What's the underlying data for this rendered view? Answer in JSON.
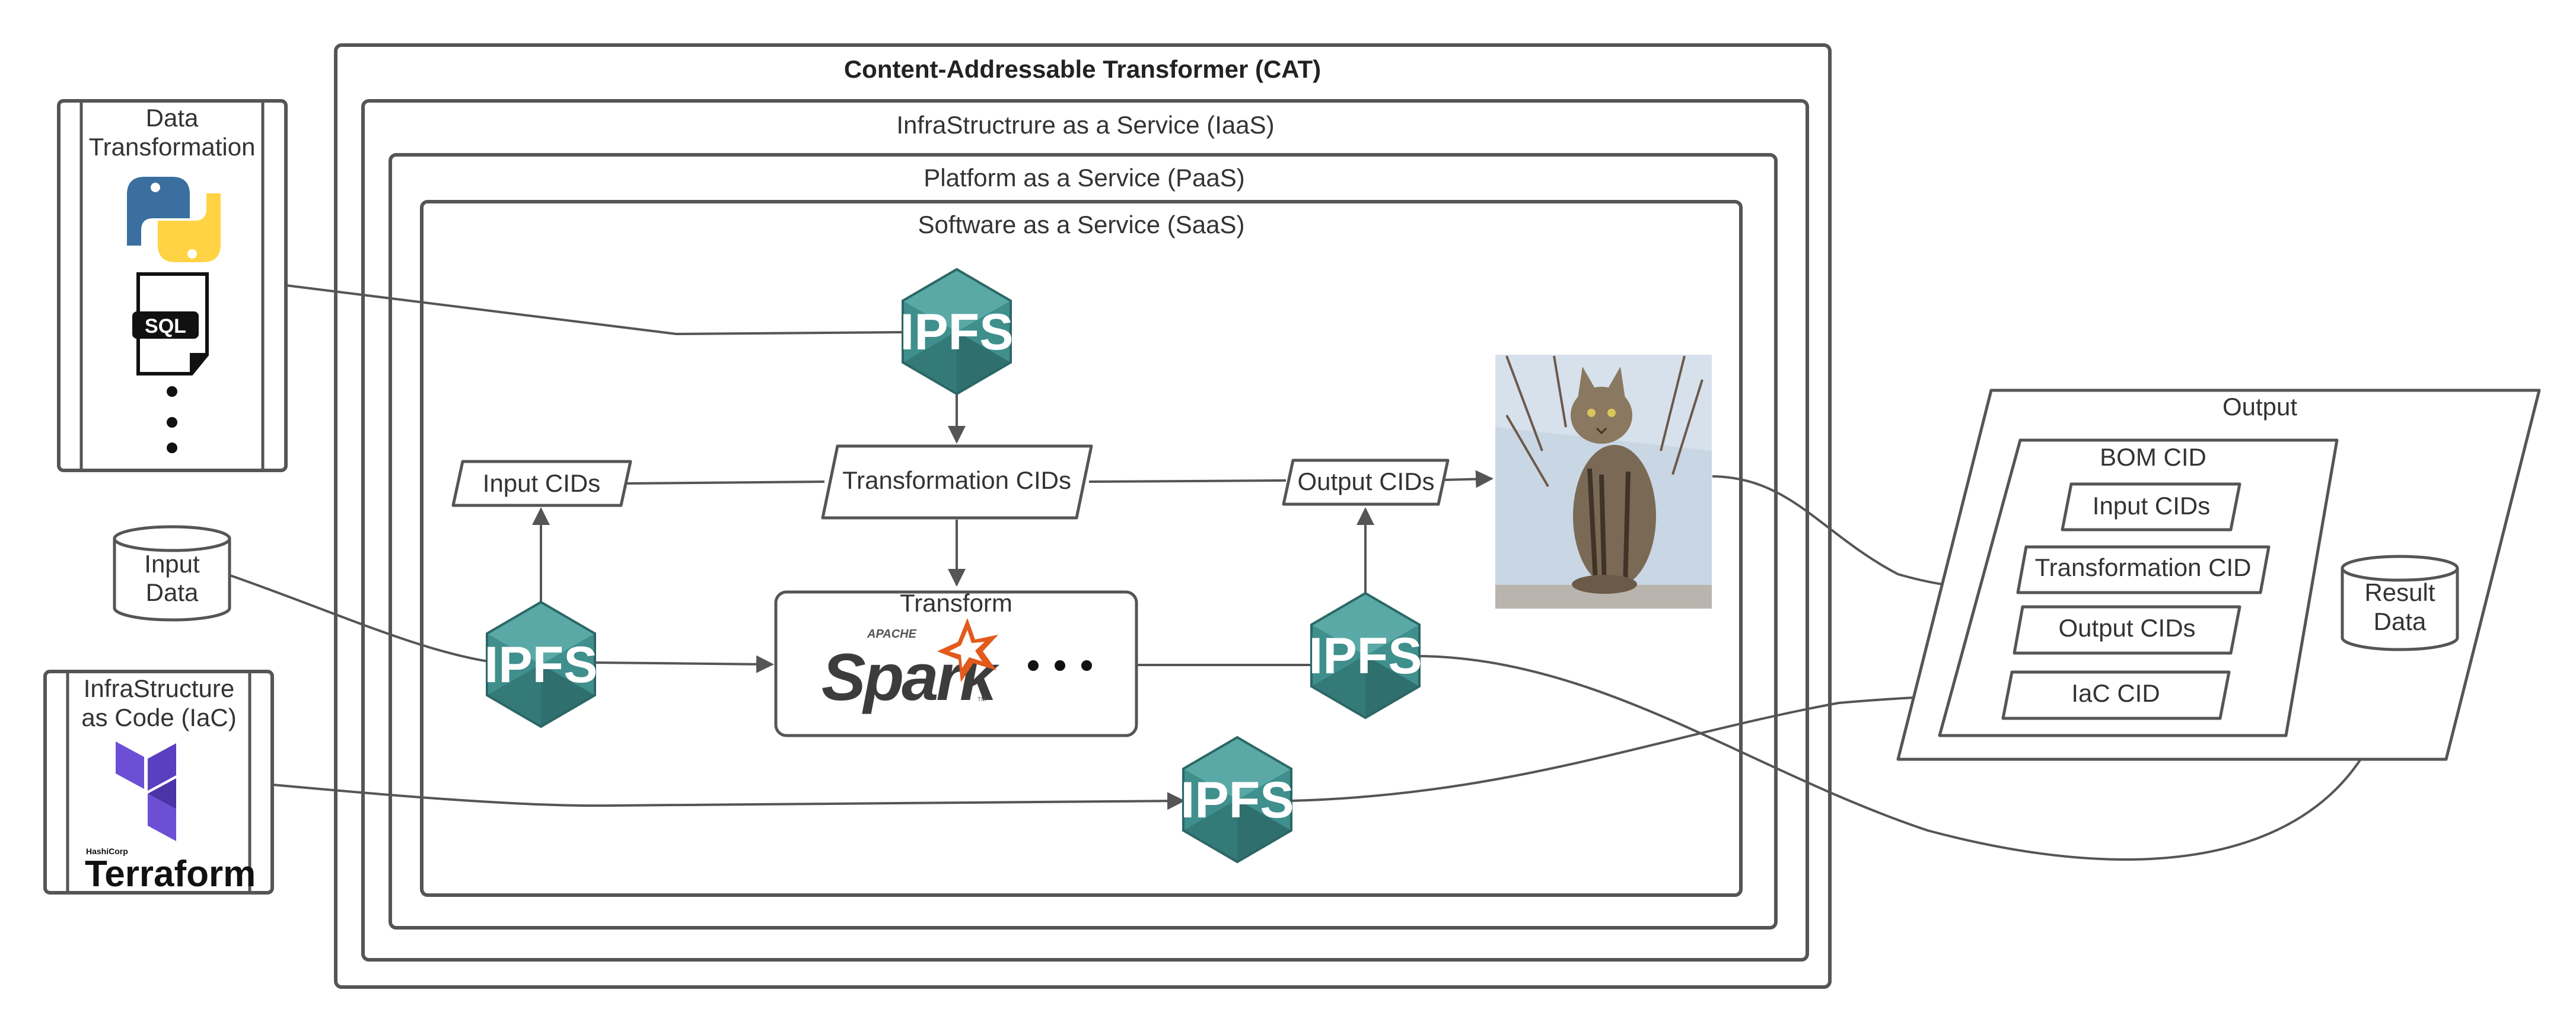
{
  "containers": {
    "cat": "Content-Addressable Transformer (CAT)",
    "iaas": "InfraStructrure as a Service (IaaS)",
    "paas": "Platform as a Service (PaaS)",
    "saas": "Software as a Service (SaaS)"
  },
  "data_transformation": {
    "title_line1": "Data",
    "title_line2": "Transformation",
    "sql_badge": "SQL"
  },
  "input_data": {
    "line1": "Input",
    "line2": "Data"
  },
  "iac": {
    "title_line1": "InfraStructure",
    "title_line2": "as Code (IaC)",
    "hashicorp": "HashiCorp",
    "terraform": "Terraform"
  },
  "ipfs_label": "IPFS",
  "flow": {
    "input_cids": "Input CIDs",
    "transformation_cids": "Transformation CIDs",
    "output_cids": "Output CIDs",
    "transform": "Transform",
    "apache": "APACHE",
    "spark": "Spark",
    "spark_tm": "TM"
  },
  "output": {
    "title": "Output",
    "bom": "BOM CID",
    "input_cids": "Input CIDs",
    "transformation_cid": "Transformation CID",
    "output_cids": "Output CIDs",
    "iac_cid": "IaC CID",
    "result_line1": "Result",
    "result_line2": "Data"
  },
  "colors": {
    "ipfs_teal": "#3f8f8d",
    "python_blue": "#3a6f9f",
    "python_yellow": "#ffd343",
    "terraform_purple": "#6d4fd6",
    "spark_orange": "#e25a1c"
  }
}
